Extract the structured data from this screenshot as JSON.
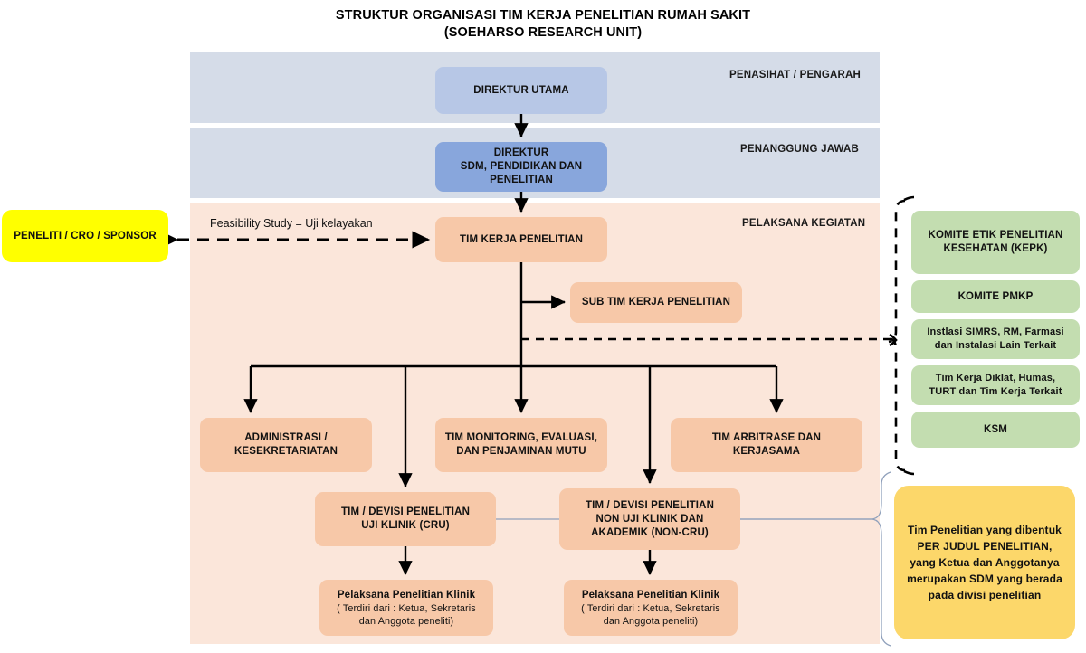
{
  "title": {
    "line1": "STRUKTUR ORGANISASI TIM KERJA PENELITIAN RUMAH SAKIT",
    "line2": "(SOEHARSO RESEARCH UNIT)"
  },
  "bands": {
    "advisor_label": "PENASIHAT / PENGARAH",
    "responsible_label": "PENANGGUNG JAWAB",
    "executor_label": "PELAKSANA KEGIATAN"
  },
  "nodes": {
    "direktur_utama": "DIREKTUR UTAMA",
    "direktur_sdm": "DIREKTUR\nSDM, PENDIDIKAN DAN\nPENELITIAN",
    "tim_kerja": "TIM KERJA PENELITIAN",
    "sub_tim_kerja": "SUB TIM KERJA PENELITIAN",
    "administrasi": "ADMINISTRASI /\nKESEKRETARIATAN",
    "monitoring": "TIM MONITORING, EVALUASI,\nDAN PENJAMINAN MUTU",
    "arbitrase": "TIM ARBITRASE DAN\nKERJASAMA",
    "divisi_cru": "TIM / DEVISI PENELITIAN\nUJI KLINIK (CRU)",
    "divisi_noncru": "TIM / DEVISI PENELITIAN\nNON UJI KLINIK DAN\nAKADEMIK (NON-CRU)",
    "pelaksana_title": "Pelaksana Penelitian Klinik",
    "pelaksana_sub": "( Terdiri dari : Ketua, Sekretaris\ndan Anggota peneliti)",
    "peneliti": "PENELITI / CRO / SPONSOR"
  },
  "edge_labels": {
    "feasibility": "Feasibility Study = Uji kelayakan"
  },
  "support_units": [
    "KOMITE ETIK PENELITIAN\nKESEHATAN (KEPK)",
    "KOMITE PMKP",
    "Instlasi SIMRS, RM, Farmasi\ndan Instalasi Lain Terkait",
    "Tim Kerja Diklat, Humas,\nTURT dan Tim Kerja Terkait",
    "KSM"
  ],
  "note": "Tim Penelitian yang dibentuk PER JUDUL PENELITIAN, yang Ketua dan Anggotanya merupakan SDM yang berada pada divisi penelitian",
  "colors": {
    "band": "#d5dce8",
    "panel": "#fbe6da",
    "box_blue_light": "#b7c7e6",
    "box_blue": "#88a6dc",
    "box_orange": "#f7c8a8",
    "box_green": "#c3ddb0",
    "box_yellow": "#ffff00",
    "box_amber": "#fcd76a",
    "line": "#000000",
    "brace": "#8fa0bb"
  }
}
